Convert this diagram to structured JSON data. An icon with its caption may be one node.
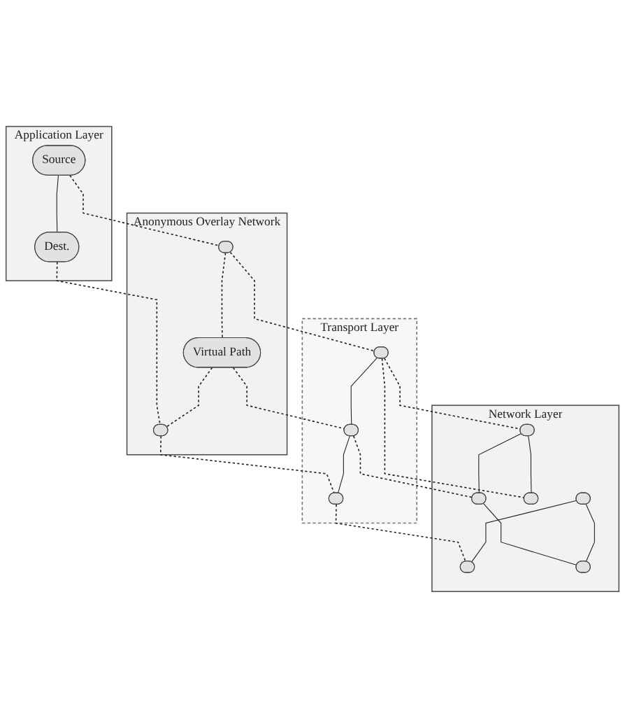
{
  "diagram": {
    "nodes": [
      {
        "text": [
          "Application Layer"
        ]
      },
      {
        "text": [
          "Source"
        ],
        "in": 0
      },
      {
        "text": [
          "Dest."
        ],
        "in": 0
      },
      {
        "text": [
          "Anonymous Overlay Network"
        ]
      },
      {
        "text": [],
        "shape": "ellipse",
        "in": 3
      },
      {
        "text": [
          "Virtual Path"
        ],
        "in": 3
      },
      {
        "text": [],
        "shape": "ellipse",
        "in": 3
      },
      {
        "text": [
          "Transport Layer"
        ]
      },
      {
        "text": [],
        "shape": "ellipse",
        "in": 7
      },
      {
        "text": [],
        "shape": "ellipse",
        "in": 7
      },
      {
        "text": [],
        "shape": "ellipse",
        "in": 7
      },
      {
        "text": [
          "Network Layer"
        ]
      },
      {
        "text": [],
        "shape": "ellipse",
        "in": 11
      },
      {
        "text": [],
        "shape": "ellipse",
        "in": 11
      },
      {
        "text": [],
        "shape": "ellipse",
        "in": 11
      },
      {
        "text": [],
        "shape": "ellipse",
        "in": 11
      },
      {
        "text": [],
        "shape": "ellipse",
        "in": 11
      },
      {
        "text": [],
        "shape": "ellipse",
        "in": 11
      }
    ],
    "edges": [
      {
        "from": 1,
        "to": 2,
        "arrow": "none"
      },
      {
        "from": 4,
        "to": 5,
        "arrow": "none",
        "style": "dashed"
      },
      {
        "from": 5,
        "to": 6,
        "arrow": "none",
        "style": "dashed"
      },
      {
        "from": 8,
        "to": 9,
        "arrow": "none"
      },
      {
        "from": 9,
        "to": 10,
        "arrow": "none"
      },
      {
        "from": 12,
        "to": 15,
        "arrow": "none"
      },
      {
        "from": 12,
        "to": 16,
        "arrow": "none"
      },
      {
        "from": 13,
        "to": 14,
        "arrow": "none"
      },
      {
        "from": 13,
        "to": 17,
        "arrow": "none"
      },
      {
        "from": 16,
        "to": 17,
        "arrow": "none"
      },
      {
        "from": 1,
        "to": 4,
        "arrow": "none",
        "style": "dashed"
      },
      {
        "from": 4,
        "to": 8,
        "arrow": "none",
        "style": "dashed"
      },
      {
        "from": 8,
        "to": 12,
        "arrow": "none",
        "style": "dashed"
      },
      {
        "from": 8,
        "to": 15,
        "arrow": "none",
        "style": "dashed"
      },
      {
        "from": 5,
        "to": 9,
        "arrow": "none",
        "style": "dashed"
      },
      {
        "from": 9,
        "to": 16,
        "arrow": "none",
        "style": "dashed"
      },
      {
        "from": 2,
        "to": 6,
        "arrow": "none",
        "style": "dashed"
      },
      {
        "from": 6,
        "to": 10,
        "arrow": "none",
        "style": "dashed"
      },
      {
        "from": 10,
        "to": 14,
        "arrow": "none",
        "style": "dashed"
      }
    ]
  }
}
